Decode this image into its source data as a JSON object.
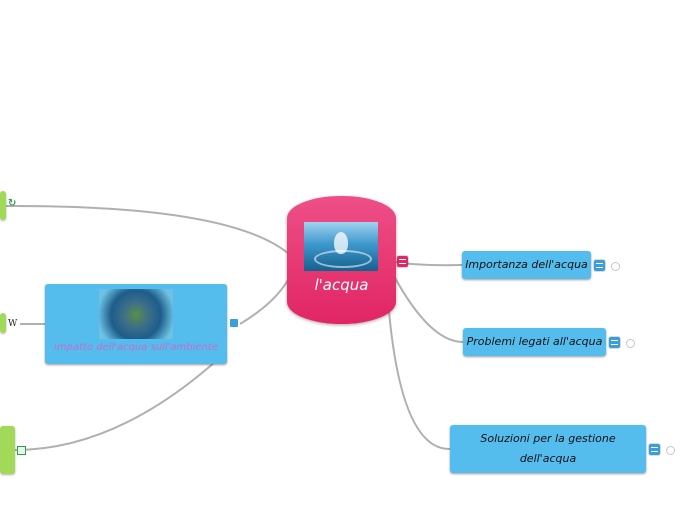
{
  "central": {
    "title": "l'acqua"
  },
  "topics": [
    {
      "label": "Importanza dell'acqua"
    },
    {
      "label": "Problemi legati all'acqua"
    },
    {
      "label_line1": "Soluzioni per la gestione",
      "label_line2": "dell'acqua"
    }
  ],
  "impact": {
    "label": "impatto dell'acqua sull'ambiente"
  },
  "left_nodes": {
    "wiki_glyph": "W"
  },
  "colors": {
    "central": "#e12565",
    "topic": "#55bdee",
    "subtopic": "#a2d959",
    "connector": "#b0b0b0"
  }
}
